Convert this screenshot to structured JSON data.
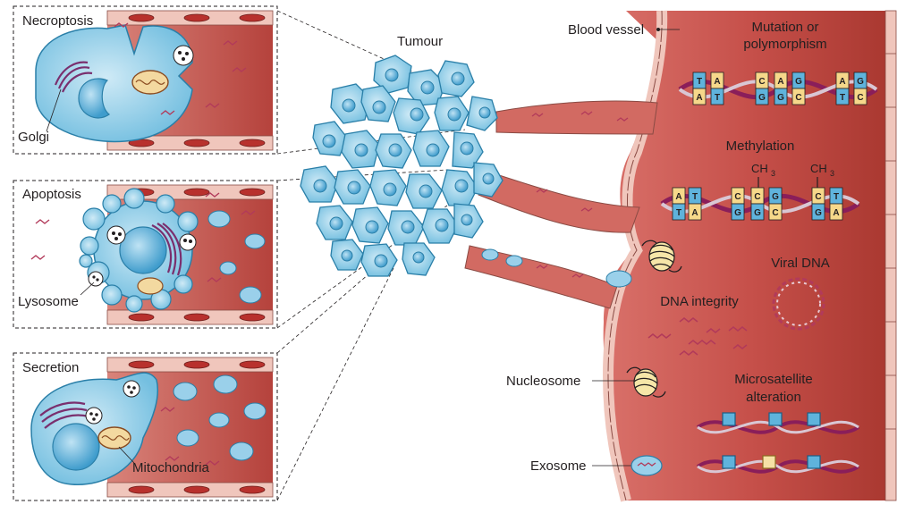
{
  "panels": {
    "necroptosis": {
      "title": "Necroptosis",
      "golgi": "Golgi"
    },
    "apoptosis": {
      "title": "Apoptosis",
      "lysosome": "Lysosome"
    },
    "secretion": {
      "title": "Secretion",
      "mitochondria": "Mitochondria"
    }
  },
  "tumour": "Tumour",
  "vessel": {
    "blood_vessel": "Blood vessel",
    "mutation_line1": "Mutation or",
    "mutation_line2": "polymorphism",
    "methylation": "Methylation",
    "ch3": "CH",
    "ch3_sub": "3",
    "viral_dna": "Viral DNA",
    "dna_integrity": "DNA integrity",
    "nucleosome": "Nucleosome",
    "microsatellite_line1": "Microsatellite",
    "microsatellite_line2": "alteration",
    "exosome": "Exosome"
  },
  "bases": {
    "mutation": [
      [
        "T",
        "A"
      ],
      [
        "A",
        "T"
      ],
      [
        "C",
        "G"
      ],
      [
        "A",
        "G"
      ],
      [
        "G",
        "C"
      ],
      [
        "A",
        "T"
      ],
      [
        "G",
        "C"
      ]
    ],
    "methylation": [
      [
        "A",
        "T"
      ],
      [
        "T",
        "A"
      ],
      [
        "C",
        "G"
      ],
      [
        "C",
        "G"
      ],
      [
        "G",
        "C"
      ],
      [
        "C",
        "G"
      ],
      [
        "T",
        "A"
      ]
    ]
  },
  "colors": {
    "vessel_fill": "#c9544e",
    "vessel_wall": "#f0c6bc",
    "cell_fill": "#8fcbe6",
    "cell_stroke": "#2a7fa8",
    "dna_purple": "#8a1e5a",
    "base_yellow": "#f6d88a",
    "base_blue": "#5fb3dc"
  }
}
